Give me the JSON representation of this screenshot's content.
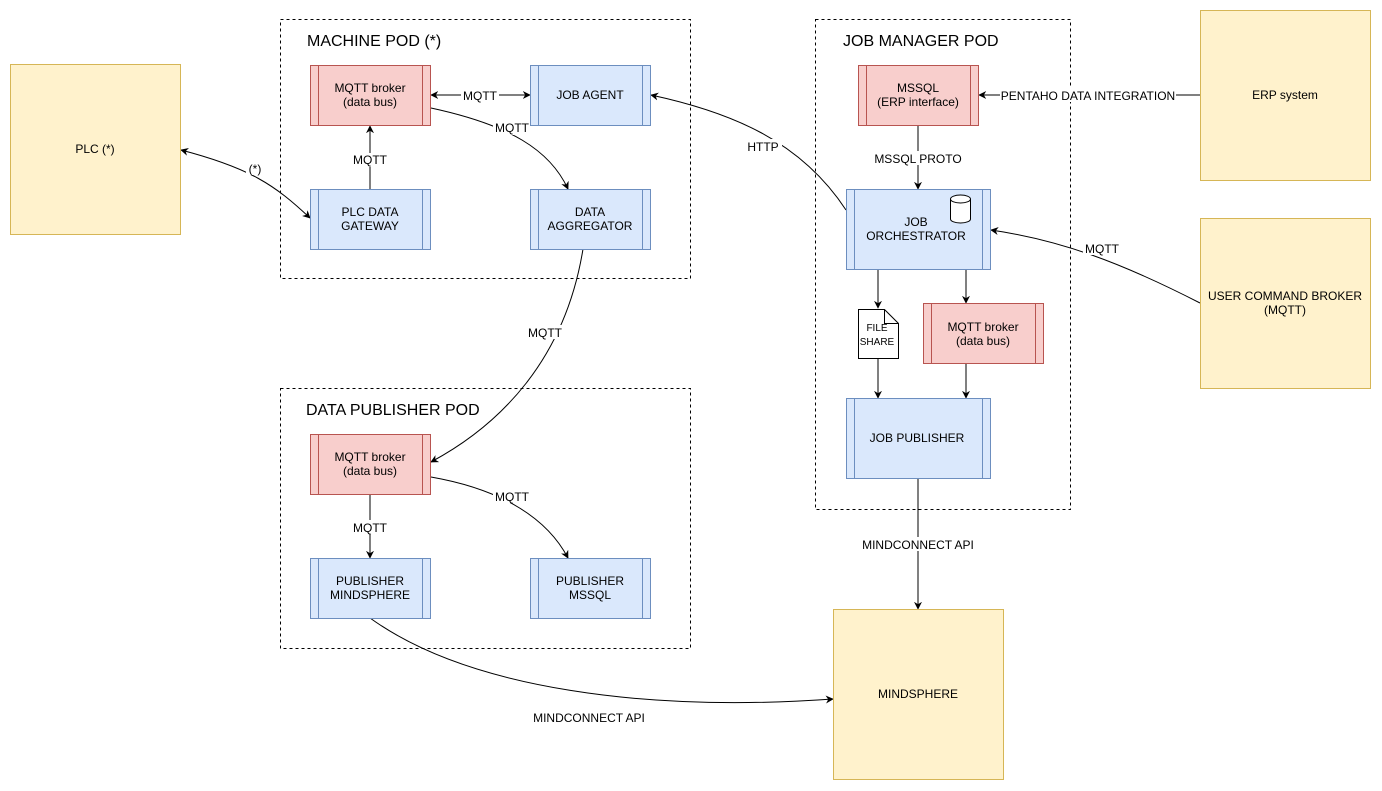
{
  "groups": {
    "machine_pod": "MACHINE POD (*)",
    "data_publisher_pod": "DATA PUBLISHER POD",
    "job_manager_pod": "JOB MANAGER POD"
  },
  "nodes": {
    "plc": "PLC (*)",
    "machine_mqtt_broker": [
      "MQTT broker",
      "(data bus)"
    ],
    "job_agent": "JOB AGENT",
    "plc_data_gateway": [
      "PLC DATA",
      "GATEWAY"
    ],
    "data_aggregator": [
      "DATA",
      "AGGREGATOR"
    ],
    "publisher_mqtt_broker": [
      "MQTT broker",
      "(data bus)"
    ],
    "publisher_mindsphere": [
      "PUBLISHER",
      "MINDSPHERE"
    ],
    "publisher_mssql": [
      "PUBLISHER",
      "MSSQL"
    ],
    "mssql_erp": [
      "MSSQL",
      "(ERP interface)"
    ],
    "erp_system": "ERP system",
    "job_orchestrator": [
      "JOB",
      "ORCHESTRATOR"
    ],
    "file_share": [
      "FILE",
      "SHARE"
    ],
    "job_mqtt_broker": [
      "MQTT broker",
      "(data bus)"
    ],
    "job_publisher": "JOB PUBLISHER",
    "user_command_broker": [
      "USER COMMAND BROKER",
      "(MQTT)"
    ],
    "mindsphere": "MINDSPHERE"
  },
  "edges": {
    "plc_gateway": "(*)",
    "gateway_broker": "MQTT",
    "broker_agent": "MQTT",
    "broker_aggregator": "MQTT",
    "aggregator_publisher_broker": "MQTT",
    "pub_broker_mindsphere": "MQTT",
    "pub_broker_mssql": "MQTT",
    "publisher_mindsphere_cloud": "MINDCONNECT API",
    "orchestrator_agent": "HTTP",
    "erp_mssql": "PENTAHO DATA INTEGRATION",
    "mssql_orchestrator": "MSSQL PROTO",
    "user_orchestrator": "MQTT",
    "job_publisher_mindsphere": "MINDCONNECT API"
  },
  "colors": {
    "yellow_fill": "#fff2cc",
    "yellow_stroke": "#d6b656",
    "red_fill": "#f8cecc",
    "red_stroke": "#b85450",
    "blue_fill": "#dae8fc",
    "blue_stroke": "#6c8ebf"
  },
  "icons": {
    "orchestrator_icon": "database-cylinder-icon",
    "file_share_icon": "document-icon"
  }
}
